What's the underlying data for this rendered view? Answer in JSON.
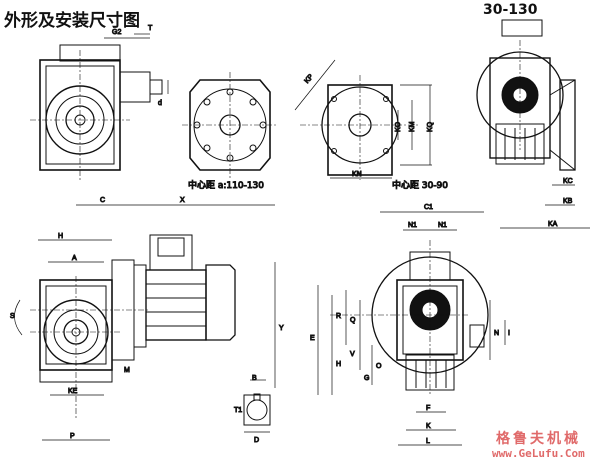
{
  "title": "外形及安装尺寸图",
  "size_range": "30-130",
  "captions": {
    "center_distance_a": "中心距 a:110-130",
    "center_distance_b": "中心距 30-90"
  },
  "watermark": {
    "chinese": "格鲁夫机械",
    "url": "www.GeLufu.Com"
  },
  "dimension_labels": {
    "g2": "G2",
    "t": "T",
    "d": "d",
    "kp": "KP",
    "km": "KM",
    "kq": "KQ",
    "ko": "KO",
    "kn": "KN",
    "kc": "KC",
    "kb": "KB",
    "ka": "KA",
    "c": "C",
    "x": "X",
    "h": "H",
    "a": "A",
    "s": "S",
    "m": "M",
    "ke": "KE",
    "p": "P",
    "y": "Y",
    "c1": "C1",
    "n1a": "N1",
    "n1b": "N1",
    "e": "E",
    "r": "R",
    "q": "Q",
    "v": "V",
    "h2": "H",
    "o": "O",
    "g": "G",
    "f": "F",
    "k": "K",
    "l": "L",
    "n": "N",
    "b": "B",
    "t1": "T1",
    "d2": "D",
    "i": "I"
  }
}
